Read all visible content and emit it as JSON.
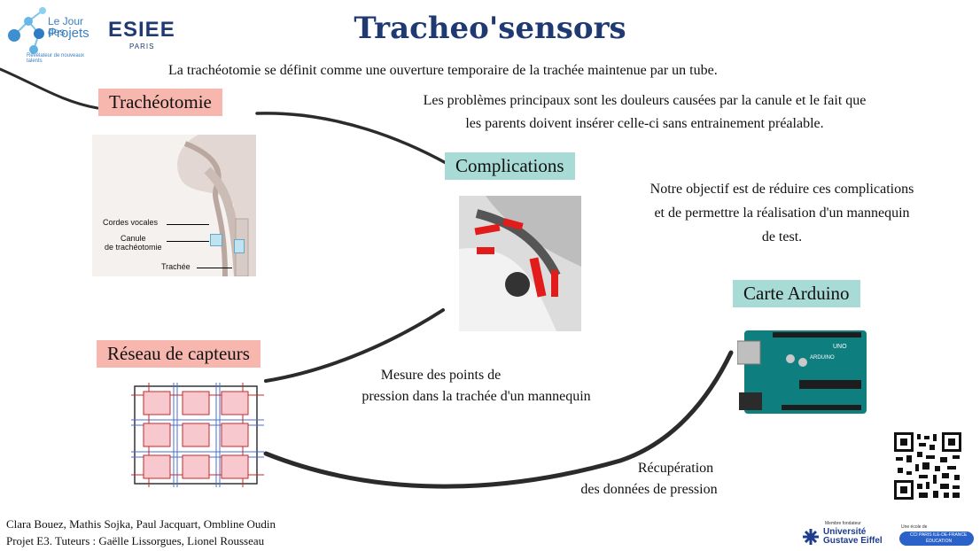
{
  "header": {
    "title": "Tracheo'sensors",
    "logo_jdp_line1": "Le Jour des",
    "logo_jdp_line2": "Projets",
    "logo_jdp_tagline": "Révélateur de nouveaux talents",
    "logo_esiee": "ESIEE",
    "logo_esiee_sub": "PARIS"
  },
  "intro": {
    "definition": "La trachéotomie se définit comme une ouverture  temporaire de la trachée maintenue par un tube.",
    "problem_line1": "Les problèmes principaux sont les douleurs causées par la canule et le fait que",
    "problem_line2": "les parents doivent insérer celle-ci sans entrainement préalable.",
    "goal_line1": "Notre objectif est de réduire ces complications",
    "goal_line2": "et de permettre la réalisation d'un mannequin",
    "goal_line3": "de test."
  },
  "labels": {
    "tracheotomie": "Trachéotomie",
    "complications": "Complications",
    "reseau": "Réseau de capteurs",
    "arduino": "Carte Arduino"
  },
  "anatomy": {
    "cordes": "Cordes vocales",
    "canule_line1": "Canule",
    "canule_line2": "de trachéotomie",
    "trachee": "Trachée"
  },
  "arduino_board": {
    "uno": "UNO",
    "brand": "ARDUINO"
  },
  "captions": {
    "mesure_line1": "Mesure des points de",
    "mesure_line2": "pression dans la trachée d'un mannequin",
    "recup_line1": "Récupération",
    "recup_line2": "des données de pression"
  },
  "footer": {
    "authors": "Clara Bouez, Mathis Sojka, Paul Jacquart, Ombline Oudin",
    "tutors": "Projet E3. Tuteurs : Gaëlle Lissorgues, Lionel Rousseau",
    "ugeiffel_small": "Membre fondateur",
    "ugeiffel_line1": "Université",
    "ugeiffel_line2": "Gustave Eiffel",
    "cci_small": "Une école de",
    "cci_line1": "CCI PARIS ILE-DE-FRANCE",
    "cci_line2": "ÉDUCATION"
  },
  "colors": {
    "title": "#1f3a72",
    "pink_label": "#f7b7ae",
    "teal_label": "#a8dad6",
    "logo_blue": "#4aa3dc",
    "board": "#0f7e7e"
  }
}
